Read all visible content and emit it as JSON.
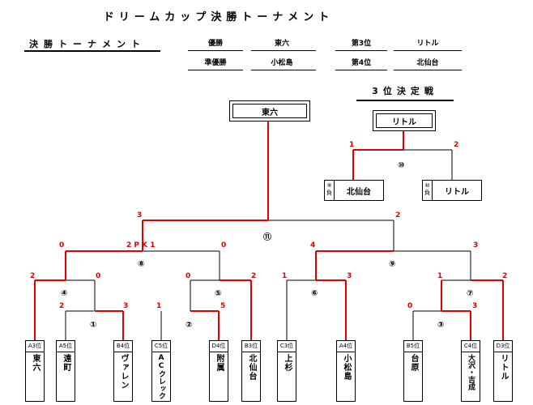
{
  "title": "ドリームカップ決勝トーナメント",
  "subtitle": "決勝トーナメント",
  "results": [
    {
      "label": "優勝",
      "value": "東六"
    },
    {
      "label": "準優勝",
      "value": "小松島"
    },
    {
      "label": "第3位",
      "value": "リトル"
    },
    {
      "label": "第4位",
      "value": "北仙台"
    }
  ],
  "final_winner": "東六",
  "third_place": {
    "title": "3位決定戦",
    "winner": "リトル",
    "match_no": "⑩",
    "score_left": "1",
    "score_right": "2",
    "left": {
      "tag": "⑨負",
      "name": "北仙台"
    },
    "right": {
      "tag": "⑩負",
      "name": "リトル"
    }
  },
  "teams": [
    {
      "seed": "A3位",
      "name": "東六"
    },
    {
      "seed": "A5位",
      "name": "遠町"
    },
    {
      "seed": "B4位",
      "name": "ヴァレン"
    },
    {
      "seed": "C5位",
      "name": "ACクレック"
    },
    {
      "seed": "D4位",
      "name": "附属"
    },
    {
      "seed": "B3位",
      "name": "北仙台"
    },
    {
      "seed": "C3位",
      "name": "上杉"
    },
    {
      "seed": "A4位",
      "name": "小松島"
    },
    {
      "seed": "B5位",
      "name": "台原"
    },
    {
      "seed": "C4位",
      "name": "大沢・吉成"
    },
    {
      "seed": "D3位",
      "name": "リトル"
    }
  ],
  "match_numbers": [
    "①",
    "②",
    "③",
    "④",
    "⑤",
    "⑥",
    "⑦",
    "⑧",
    "⑨",
    "⑪"
  ],
  "scores": {
    "m1_left": "2",
    "m1_right": "3",
    "m2_left": "1",
    "m2_right": "5",
    "m3_left": "0",
    "m3_right": "3",
    "m4_left": "2",
    "m4_right": "0",
    "m5_left": "0",
    "m5_right": "2",
    "m6_left": "1",
    "m6_right": "3",
    "m7_left": "1",
    "m7_right": "2",
    "m8_left": "0",
    "m8_pk": "2 P K 1",
    "m8_right": "0",
    "m9_left": "4",
    "m9_right": "3",
    "m11_left": "3",
    "m11_right": "2"
  },
  "colors": {
    "win_line": "#e00000",
    "line": "#000000"
  }
}
